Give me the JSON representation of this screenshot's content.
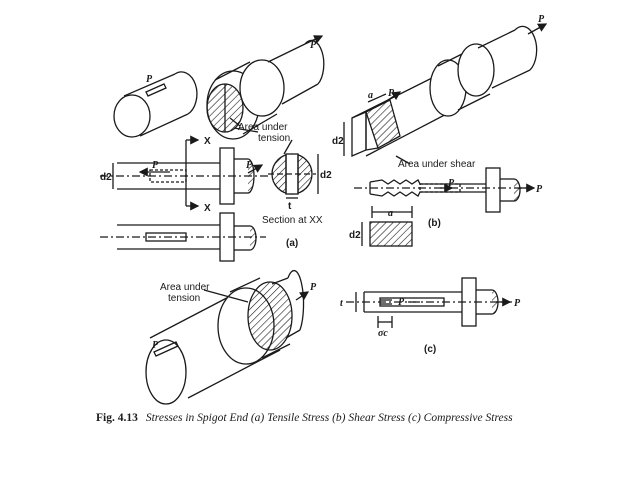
{
  "labels": {
    "p": "P",
    "x": "X",
    "d2": "d2",
    "t": "t",
    "a": "a",
    "area_under_tension": [
      "Area under",
      "tension"
    ],
    "section_at_xx": "Section at XX",
    "area_under_shear": "Area under shear",
    "sigma_c": "σc",
    "part_a": "(a)",
    "part_b": "(b)",
    "part_c": "(c)"
  },
  "caption": {
    "number": "Fig. 4.13",
    "text": "Stresses in Spigot End (a) Tensile Stress (b) Shear Stress (c) Compressive Stress"
  },
  "colors": {
    "ink": "#1a1a1a",
    "background": "#ffffff"
  }
}
